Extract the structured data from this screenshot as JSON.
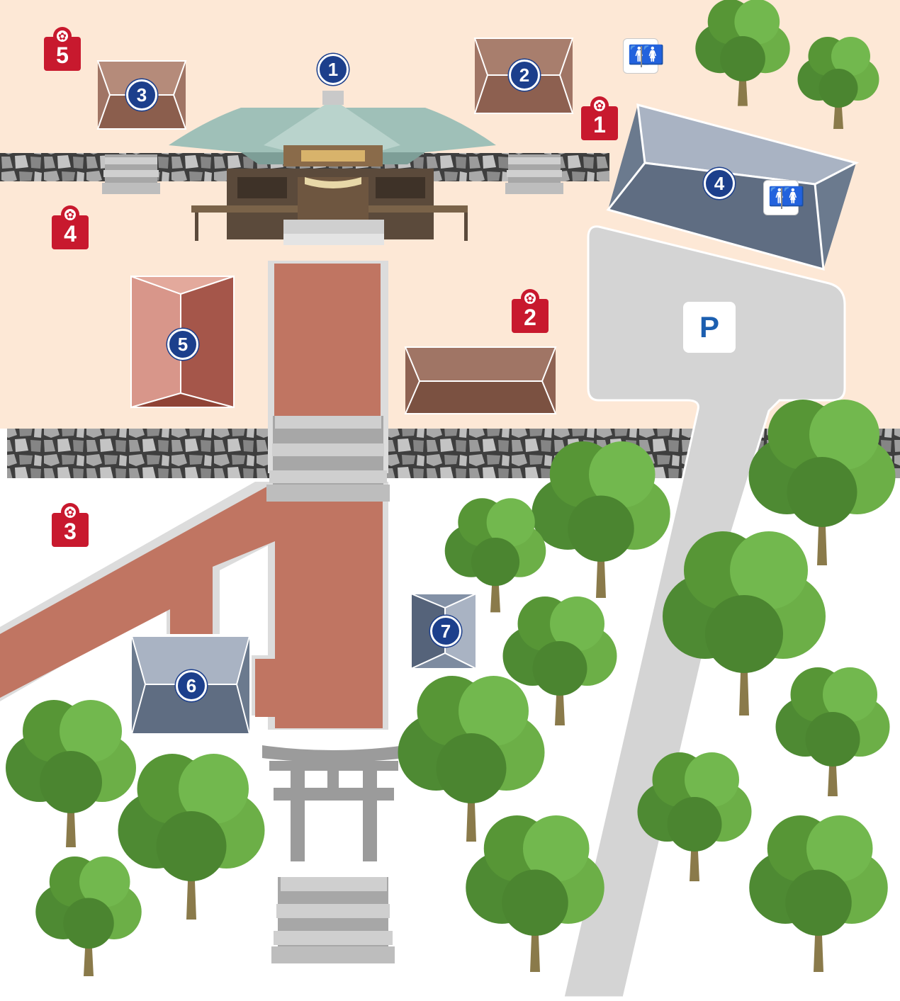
{
  "map": {
    "shrine_markers": [
      "1",
      "2",
      "3",
      "4",
      "5",
      "6",
      "7"
    ],
    "red_markers": [
      "1",
      "2",
      "3",
      "4",
      "5"
    ],
    "parking_label": "P",
    "restroom_icon": "restroom-icon",
    "colors": {
      "precinct": "#fde8d6",
      "path": "#c07562",
      "stone_wall": "#8e8e8e",
      "parking_lot": "#d4d4d4",
      "marker_blue": "#1c3f8c",
      "marker_red": "#c8192e",
      "tree_green": "#5a9a3a"
    }
  }
}
